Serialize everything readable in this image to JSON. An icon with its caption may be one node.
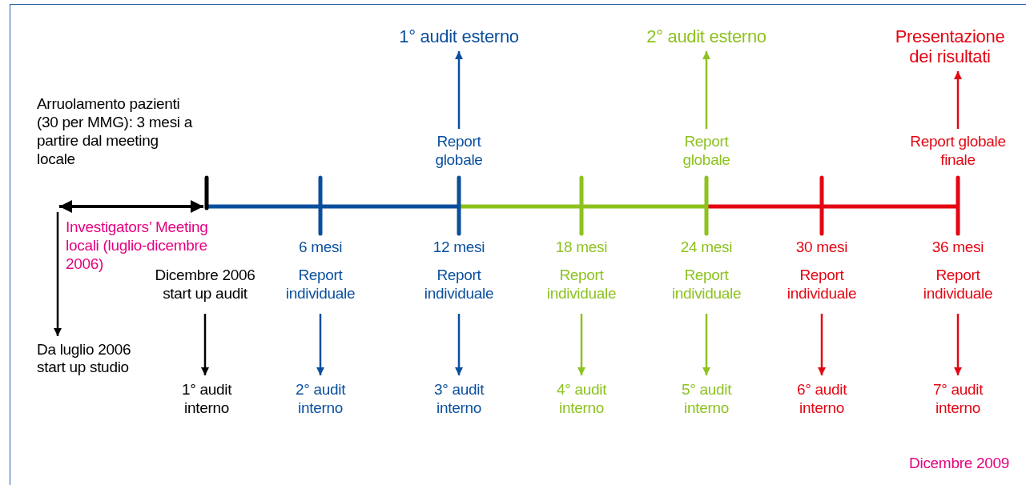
{
  "diagram": {
    "nodes": [
      {
        "text": [
          "1° audit esterno"
        ]
      },
      {
        "text": [
          "2° audit esterno"
        ]
      },
      {
        "text": [
          "Presentazione dei risultati"
        ]
      },
      {
        "text": [
          "Report globale"
        ]
      },
      {
        "text": [
          "Report globale"
        ]
      },
      {
        "text": [
          "Report globale finale"
        ]
      },
      {
        "text": [
          "Dicembre 2006 start up audit"
        ]
      },
      {
        "text": [
          "Report individuale"
        ]
      },
      {
        "text": [
          "Report individuale"
        ]
      },
      {
        "text": [
          "Report individuale"
        ]
      },
      {
        "text": [
          "Report individuale"
        ]
      },
      {
        "text": [
          "Report individuale"
        ]
      },
      {
        "text": [
          "Report individuale"
        ]
      },
      {
        "text": [
          "Da luglio 2006 start up studio"
        ]
      },
      {
        "text": [
          "1° audit interno"
        ]
      },
      {
        "text": [
          "2° audit interno"
        ]
      },
      {
        "text": [
          "3° audit interno"
        ]
      },
      {
        "text": [
          "4° audit interno"
        ]
      },
      {
        "text": [
          "5° audit interno"
        ]
      },
      {
        "text": [
          "6° audit interno"
        ]
      },
      {
        "text": [
          "7° audit interno"
        ]
      }
    ],
    "edges": [
      {
        "from": 3,
        "to": 0,
        "arrow": "to",
        "color": "#0a4f9e"
      },
      {
        "from": 4,
        "to": 1,
        "arrow": "to",
        "color": "#8dc21f"
      },
      {
        "from": 5,
        "to": 2,
        "arrow": "to",
        "color": "#e30613"
      },
      {
        "from": 6,
        "to": 14,
        "arrow": "to",
        "color": "#000000"
      },
      {
        "from": 7,
        "to": 15,
        "arrow": "to",
        "color": "#0a4f9e"
      },
      {
        "from": 8,
        "to": 16,
        "arrow": "to",
        "color": "#0a4f9e"
      },
      {
        "from": 9,
        "to": 17,
        "arrow": "to",
        "color": "#8dc21f"
      },
      {
        "from": 10,
        "to": 18,
        "arrow": "to",
        "color": "#8dc21f"
      },
      {
        "from": 11,
        "to": 19,
        "arrow": "to",
        "color": "#e30613"
      },
      {
        "from": 12,
        "to": 20,
        "arrow": "to",
        "color": "#e30613"
      },
      {
        "from": null,
        "to": 13,
        "arrow": "to",
        "color": "#000000"
      }
    ],
    "labels": [
      "Arruolamento pazienti (30 per MMG): 3 mesi a partire dal meeting locale",
      "Investigators’ Meeting locali (luglio-dicembre 2006)",
      "6 mesi",
      "12 mesi",
      "18 mesi",
      "24 mesi",
      "30 mesi",
      "36 mesi",
      "Dicembre 2009"
    ]
  }
}
